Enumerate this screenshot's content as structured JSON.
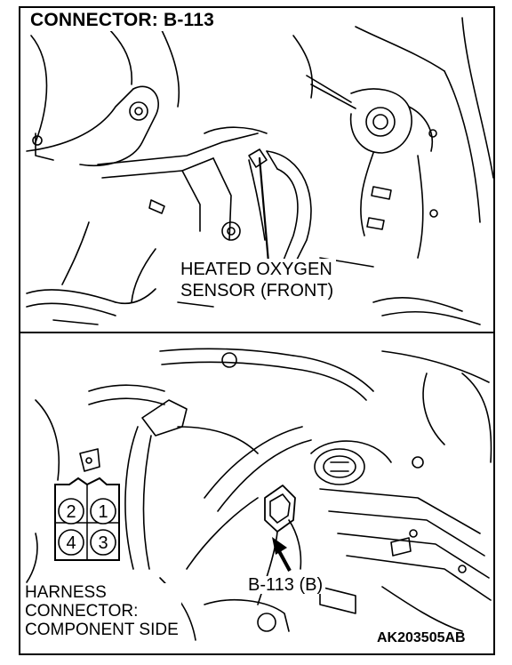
{
  "title": "CONNECTOR: B-113",
  "sensor_label": [
    "HEATED OXYGEN",
    "SENSOR (FRONT)"
  ],
  "callout_label": "B-113 (B)",
  "harness_label": [
    "HARNESS",
    "CONNECTOR:",
    "COMPONENT SIDE"
  ],
  "connector_pins": [
    "2",
    "1",
    "4",
    "3"
  ],
  "figure_code": "AK203505AB"
}
